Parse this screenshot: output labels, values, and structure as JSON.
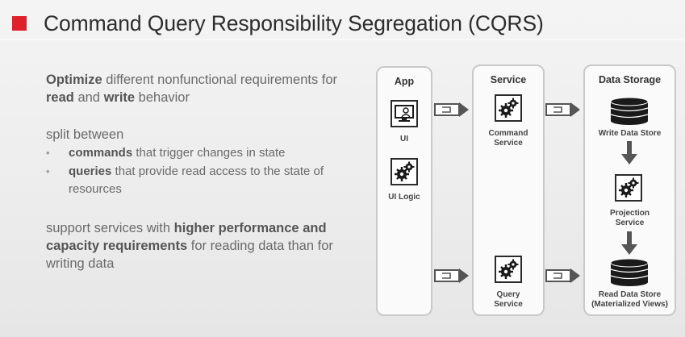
{
  "colors": {
    "accent": "#e0202b",
    "icon_dark": "#1a1a1a",
    "panel_border": "#c9c9c9"
  },
  "title": "Command Query Responsibility Segregation (CQRS)",
  "bullets": {
    "p1_b1": "Optimize",
    "p1_t1": " different nonfunctional requirements for ",
    "p1_b2": "read",
    "p1_t2": " and ",
    "p1_b3": "write",
    "p1_t3": " behavior",
    "p2": "split between",
    "sub1_b": "commands",
    "sub1_t": " that trigger changes in state",
    "sub2_b": "queries",
    "sub2_t": " that provide read access to the state of resources",
    "bullet_char": "•",
    "p3_t1": "support services with ",
    "p3_b1": "higher performance and capacity requirements",
    "p3_t2": " for reading data than for writing data"
  },
  "diagram": {
    "app": {
      "title": "App",
      "ui_label": "UI",
      "ui_icon": "monitor-user-icon",
      "logic_label": "UI Logic",
      "logic_icon": "gears-icon"
    },
    "service": {
      "title": "Service",
      "command_label_1": "Command",
      "command_label_2": "Service",
      "query_label_1": "Query",
      "query_label_2": "Service",
      "icon": "gears-icon"
    },
    "storage": {
      "title": "Data Storage",
      "write_label": "Write Data Store",
      "projection_label_1": "Projection",
      "projection_label_2": "Service",
      "read_label_1": "Read Data Store",
      "read_label_2": "(Materialized Views)",
      "db_icon": "database-icon"
    },
    "connector_icon": "pipe-arrow-icon"
  }
}
